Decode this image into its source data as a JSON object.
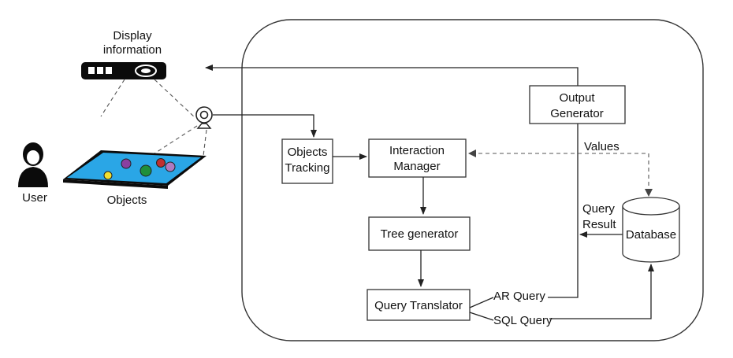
{
  "labels": {
    "display_line1": "Display",
    "display_line2": "information",
    "user": "User",
    "objects": "Objects",
    "values": "Values",
    "query_result_line1": "Query",
    "query_result_line2": "Result",
    "ar_query": "AR Query",
    "sql_query": "SQL Query"
  },
  "boxes": {
    "objects_tracking_line1": "Objects",
    "objects_tracking_line2": "Tracking",
    "interaction_manager_line1": "Interaction",
    "interaction_manager_line2": "Manager",
    "tree_generator": "Tree generator",
    "query_translator": "Query Translator",
    "output_generator_line1": "Output",
    "output_generator_line2": "Generator",
    "database": "Database"
  },
  "colors": {
    "table_surface": "#2aa6e6",
    "table_edge": "#0b0b0b",
    "projector": "#0b0b0b",
    "object_purple": "#8a3fa0",
    "object_green": "#1f8f3a",
    "object_yellow": "#f0e030",
    "object_red": "#c03030"
  },
  "icons": [
    "projector-icon",
    "camera-icon",
    "user-icon",
    "objects-table-icon",
    "database-cylinder-icon"
  ]
}
